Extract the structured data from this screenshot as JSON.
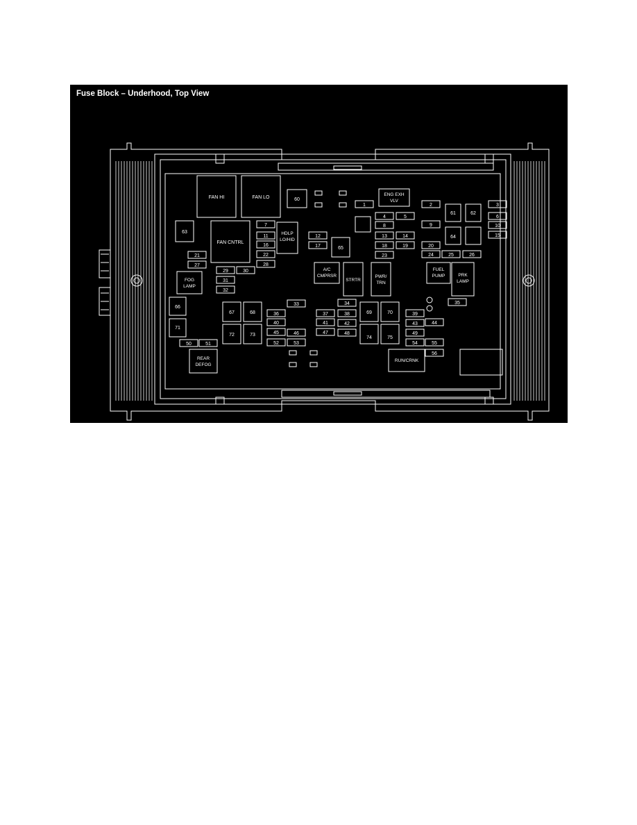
{
  "title": "Fuse Block – Underhood, Top View",
  "colors": {
    "panel": "#000000",
    "lines": "#ffffff",
    "page": "#ffffff"
  },
  "relays": {
    "fan_hi": [
      "FAN HI"
    ],
    "fan_lo": [
      "FAN LO"
    ],
    "fan_cntrl": [
      "FAN CNTRL"
    ],
    "hdlp": [
      "HDLP",
      "LO/HID"
    ],
    "eng_exh": [
      "ENG EXH",
      "VLV"
    ],
    "ac_cmprsr": [
      "A/C",
      "CMPRSR"
    ],
    "strtr": [
      "STRTR"
    ],
    "pwr_trn": [
      "PWR/",
      "TRN"
    ],
    "fuel_pump": [
      "FUEL",
      "PUMP"
    ],
    "prk_lamp": [
      "PRK",
      "LAMP"
    ],
    "fog_lamp": [
      "FOG",
      "LAMP"
    ],
    "rear_defog": [
      "REAR",
      "DEFOG"
    ],
    "run_crnk": [
      "RUN/CRNK"
    ]
  },
  "positions": {
    "p1": "1",
    "p2": "2",
    "p3": "3",
    "p4": "4",
    "p5": "5",
    "p6": "6",
    "p7": "7",
    "p8": "8",
    "p9": "9",
    "p10": "10",
    "p11": "11",
    "p12": "12",
    "p13": "13",
    "p14": "14",
    "p15": "15",
    "p16": "16",
    "p17": "17",
    "p18": "18",
    "p19": "19",
    "p20": "20",
    "p21": "21",
    "p22": "22",
    "p23": "23",
    "p24": "24",
    "p25": "25",
    "p26": "26",
    "p27": "27",
    "p28": "28",
    "p29": "29",
    "p30": "30",
    "p31": "31",
    "p32": "32",
    "p33": "33",
    "p34": "34",
    "p35": "35",
    "p36": "36",
    "p37": "37",
    "p38": "38",
    "p39": "39",
    "p40": "40",
    "p41": "41",
    "p42": "42",
    "p43": "43",
    "p44": "44",
    "p45": "45",
    "p46": "46",
    "p47": "47",
    "p48": "48",
    "p49": "49",
    "p50": "50",
    "p51": "51",
    "p52": "52",
    "p53": "53",
    "p54": "54",
    "p55": "55",
    "p56": "56",
    "p60": "60",
    "p61": "61",
    "p62": "62",
    "p63": "63",
    "p64": "64",
    "p65": "65",
    "p66": "66",
    "p67": "67",
    "p68": "68",
    "p69": "69",
    "p70": "70",
    "p71": "71",
    "p72": "72",
    "p73": "73",
    "p74": "74",
    "p75": "75"
  }
}
